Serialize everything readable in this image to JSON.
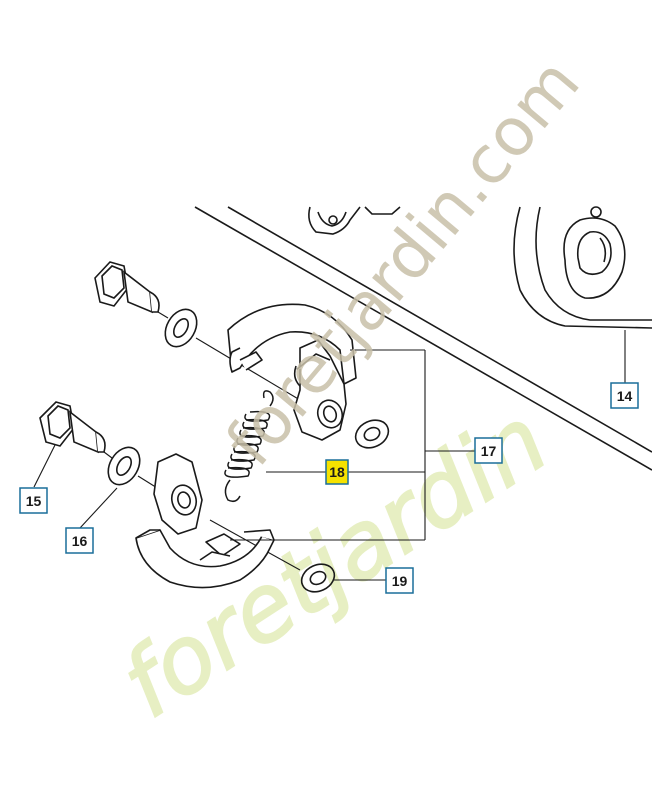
{
  "watermark": {
    "primary": "foretjardin.com",
    "secondary": "foretjardin",
    "primary_color": "#c8c0a8",
    "secondary_color": "#dfeab0",
    "accent_color": "#f2b26a"
  },
  "callouts": {
    "c14": "14",
    "c15": "15",
    "c16": "16",
    "c17": "17",
    "c18": "18",
    "c19": "19"
  },
  "colors": {
    "line": "#1a1a1a",
    "callout_border": "#1a6e9a",
    "callout_fill": "#ffffff",
    "highlight_fill": "#f5e200"
  }
}
